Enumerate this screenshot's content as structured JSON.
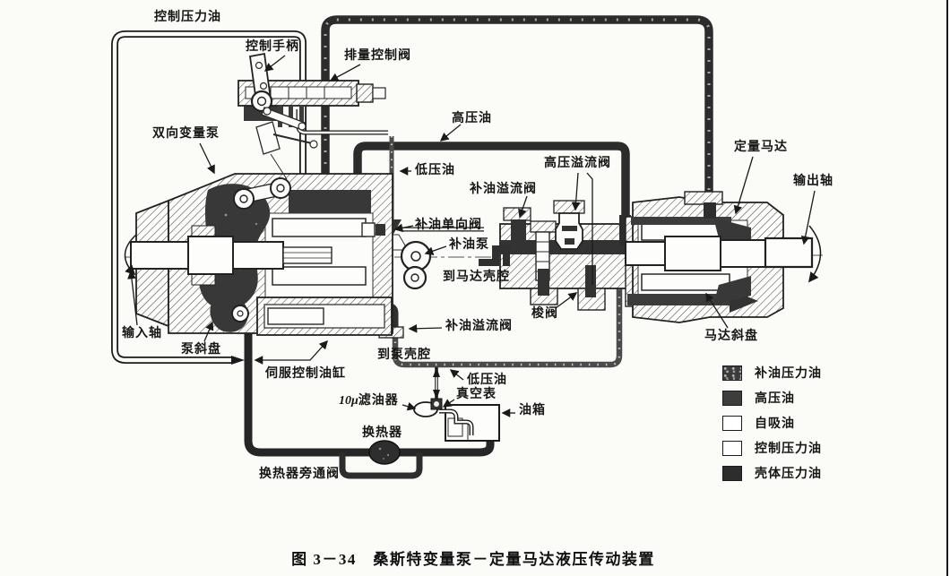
{
  "figure": {
    "caption": "图 3－34　桑斯特变量泵－定量马达液压传动装置"
  },
  "labels": {
    "control_pressure_oil": "控制压力油",
    "control_handle": "控制手柄",
    "displacement_control_valve": "排量控制阀",
    "high_pressure_oil": "高压油",
    "bidirectional_variable_pump": "双向变量泵",
    "low_pressure_oil": "低压油",
    "high_pressure_relief_valve": "高压溢流阀",
    "charge_relief_valve": "补油溢流阀",
    "fixed_displacement_motor": "定量马达",
    "output_shaft": "输出轴",
    "charge_check_valve": "补油单向阀",
    "charge_pump": "补油泵",
    "to_motor_case": "到马达壳腔",
    "shuttle_valve": "梭阀",
    "input_shaft": "输入轴",
    "pump_swashplate": "泵斜盘",
    "motor_swashplate": "马达斜盘",
    "servo_control_cylinder": "伺服控制油缸",
    "charge_relief_valve_2": "补油溢流阀",
    "to_pump_case": "到泵壳腔",
    "low_pressure_oil_2": "低压油",
    "filter_prefix": "10μ",
    "filter_suffix": "滤油器",
    "vacuum_gauge": "真空表",
    "oil_tank": "油箱",
    "heat_exchanger": "换热器",
    "heat_exchanger_bypass_valve": "换热器旁通阀"
  },
  "legend": {
    "items": [
      {
        "label": "补油压力油",
        "swatch": "charge-pressure-speckled",
        "color": "#3c3c3c"
      },
      {
        "label": "高压油",
        "swatch": "solid-dark",
        "color": "#3d3d3d"
      },
      {
        "label": "自吸油",
        "swatch": "outline-white",
        "color": "#ffffff"
      },
      {
        "label": "控制压力油",
        "swatch": "outline-white",
        "color": "#ffffff"
      },
      {
        "label": "壳体压力油",
        "swatch": "solid-dark",
        "color": "#2d2d2d"
      }
    ]
  }
}
